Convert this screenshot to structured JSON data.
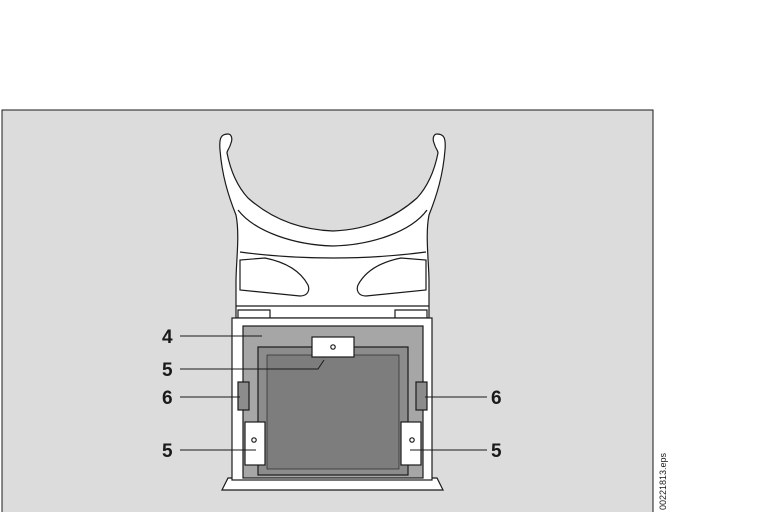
{
  "callouts": {
    "label_4": "4",
    "label_5_top": "5",
    "label_6_left": "6",
    "label_6_right": "6",
    "label_5_left": "5",
    "label_5_right": "5"
  },
  "file_reference": "00221813.eps",
  "colors": {
    "panel_background": "#dcdcdc",
    "holder_fill": "#ffffff",
    "cassette_light": "#a6a6a6",
    "cassette_mid": "#8c8c8c",
    "cassette_inner": "#7d7d7d",
    "line": "#1a1a1a"
  }
}
